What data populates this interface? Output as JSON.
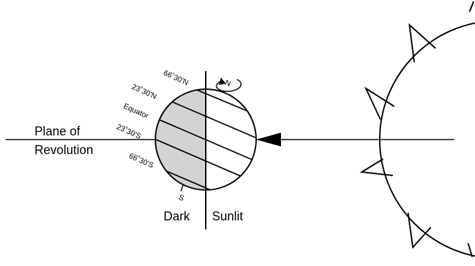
{
  "labels": {
    "plane_line1": "Plane of",
    "plane_line2": "Revolution",
    "dark": "Dark",
    "sunlit": "Sunlit"
  },
  "latitudes": {
    "n66": "66˚30'N",
    "n23": "23˚30'N",
    "equator": "Equator",
    "s23": "23˚30'S",
    "s66": "66˚30'S"
  },
  "poles": {
    "north": "N",
    "south": "S"
  },
  "colors": {
    "dark_side": "#d3d3d3",
    "lines": "#000000",
    "background": "#ffffff"
  },
  "icons": [
    "sun-ray-arrow-icon",
    "rotation-arrow-icon"
  ]
}
